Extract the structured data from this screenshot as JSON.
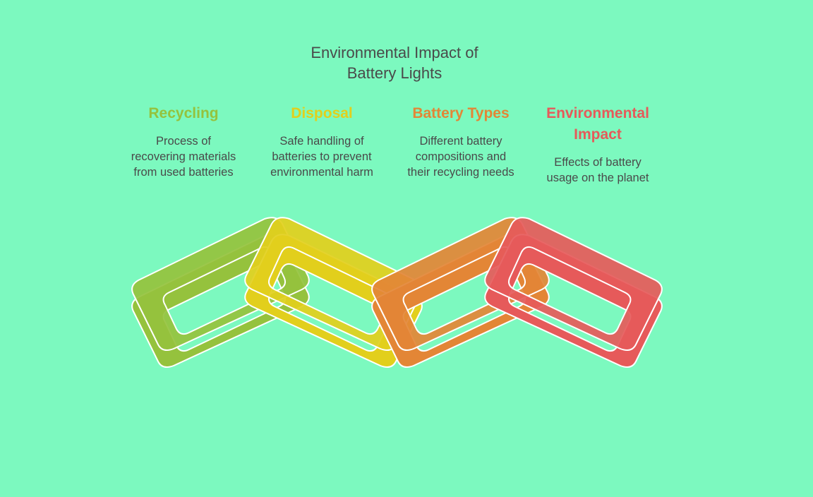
{
  "title_lines": [
    "Environmental Impact of",
    "Battery Lights"
  ],
  "steps": [
    {
      "title_lines": [
        "Recycling"
      ],
      "desc_lines": [
        "Process of",
        "recovering materials",
        "from used batteries"
      ],
      "color": "#95c23d",
      "icon": "chain-link"
    },
    {
      "title_lines": [
        "Disposal"
      ],
      "desc_lines": [
        "Safe handling of",
        "batteries to prevent",
        "environmental harm"
      ],
      "color": "#e2cf1c",
      "icon": "chain-link"
    },
    {
      "title_lines": [
        "Battery Types"
      ],
      "desc_lines": [
        "Different battery",
        "compositions and",
        "their recycling needs"
      ],
      "color": "#e38636",
      "icon": "chain-link"
    },
    {
      "title_lines": [
        "Environmental",
        "Impact"
      ],
      "desc_lines": [
        "Effects of battery",
        "usage on the planet"
      ],
      "color": "#e65a5a",
      "icon": "chain-link"
    }
  ],
  "background": "#7cf9bf"
}
